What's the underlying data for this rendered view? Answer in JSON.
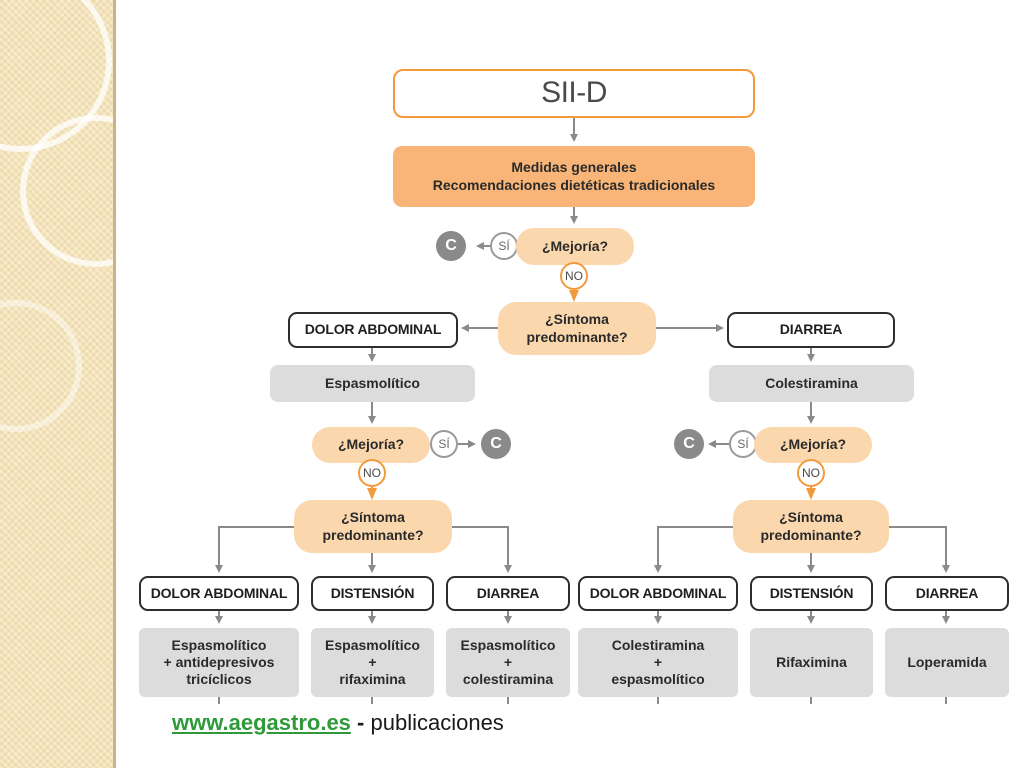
{
  "colors": {
    "accent_orange": "#f39a3d",
    "box_orange": "#f8b577",
    "cloud_orange": "#fbd7ae",
    "grey_box": "#dcdcdc",
    "connector_grey": "#8a8a8a",
    "link_green": "#2e9a3a"
  },
  "flowchart": {
    "title": "SII-D",
    "general": {
      "line1": "Medidas generales",
      "line2": "Recomendaciones dietéticas tradicionales"
    },
    "q1": {
      "label": "¿Mejoría?",
      "yes": "SÍ",
      "no": "NO",
      "yes_target": "C"
    },
    "symptom_top": {
      "line1": "¿Síntoma",
      "line2": "predominante?"
    },
    "left": {
      "branch": "DOLOR ABDOMINAL",
      "treatment": "Espasmolítico",
      "q": {
        "label": "¿Mejoría?",
        "yes": "SÍ",
        "no": "NO",
        "yes_target": "C"
      },
      "symptom": {
        "line1": "¿Síntoma",
        "line2": "predominante?"
      },
      "options": [
        {
          "label": "DOLOR ABDOMINAL",
          "treatment": [
            "Espasmolítico",
            "+ antidepresivos",
            "tricíclicos"
          ]
        },
        {
          "label": "DISTENSIÓN",
          "treatment": [
            "Espasmolítico",
            "+",
            "rifaximina"
          ]
        },
        {
          "label": "DIARREA",
          "treatment": [
            "Espasmolítico",
            "+",
            "colestiramina"
          ]
        }
      ]
    },
    "right": {
      "branch": "DIARREA",
      "treatment": "Colestiramina",
      "q": {
        "label": "¿Mejoría?",
        "yes": "SÍ",
        "no": "NO",
        "yes_target": "C"
      },
      "symptom": {
        "line1": "¿Síntoma",
        "line2": "predominante?"
      },
      "options": [
        {
          "label": "DOLOR ABDOMINAL",
          "treatment": [
            "Colestiramina",
            "+",
            "espasmolítico"
          ]
        },
        {
          "label": "DISTENSIÓN",
          "treatment": [
            "Rifaximina"
          ]
        },
        {
          "label": "DIARREA",
          "treatment": [
            "Loperamida"
          ]
        }
      ]
    }
  },
  "footer": {
    "link": "www.aegastro.es",
    "separator": "-",
    "text": "publicaciones"
  }
}
